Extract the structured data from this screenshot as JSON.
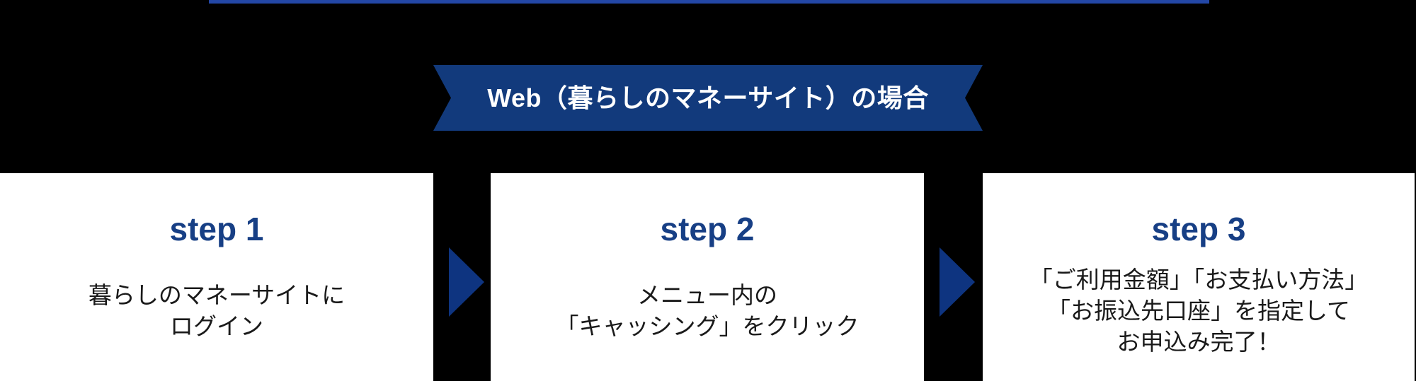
{
  "banner": {
    "label": "Web（暮らしのマネーサイト）の場合"
  },
  "steps": [
    {
      "label": "step 1",
      "lines": [
        "暮らしのマネーサイトに",
        "ログイン"
      ]
    },
    {
      "label": "step 2",
      "lines": [
        "メニュー内の",
        "「キャッシング」をクリック"
      ]
    },
    {
      "label": "step 3",
      "lines": [
        "「ご利用金額」「お支払い方法」",
        "「お振込先口座」を指定して",
        "お申込み完了！"
      ]
    }
  ],
  "colors": {
    "background": "#000000",
    "top_bar": "#2347a6",
    "banner_bg": "#123a7c",
    "banner_text": "#ffffff",
    "step_label": "#173f85",
    "arrow": "#0e3480",
    "card_bg": "#ffffff",
    "body_text": "#1a1a1a"
  }
}
